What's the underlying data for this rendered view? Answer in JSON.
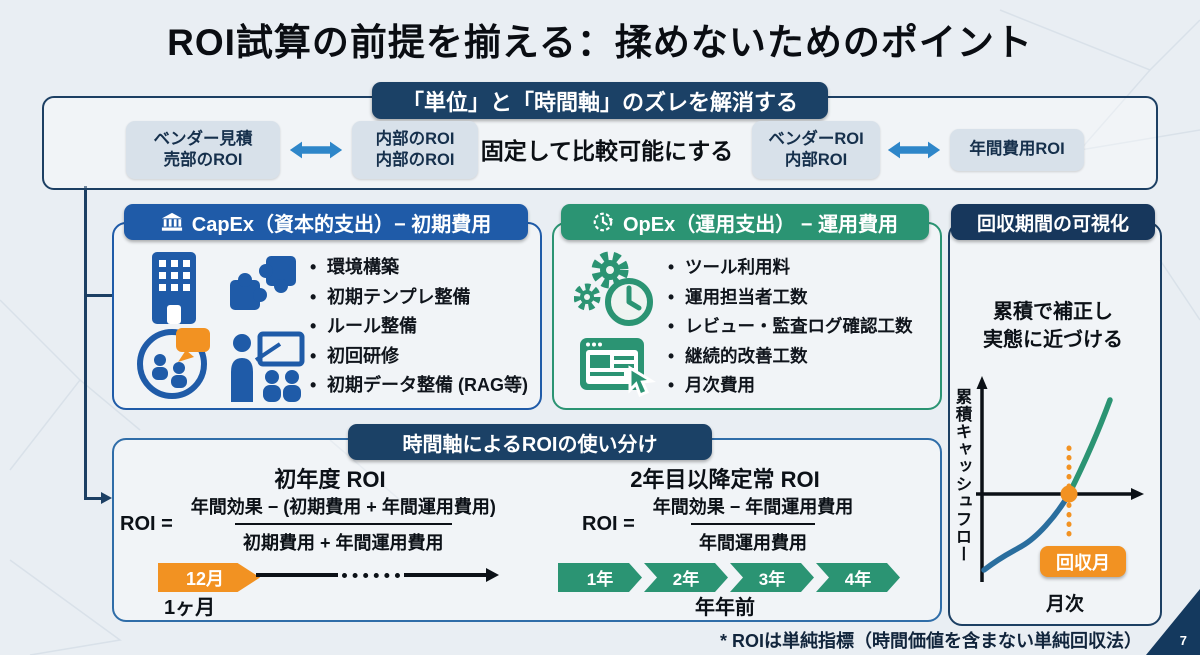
{
  "slide": {
    "title": "ROI試算の前提を揃える：揉めないためのポイント",
    "footnote": "* ROIは単純指標（時間価値を含まない単純回収法）",
    "page_number": "7"
  },
  "colors": {
    "navy": "#1b4166",
    "capex_blue": "#1f5ba8",
    "opex_green": "#2b9473",
    "accent_orange": "#f29222",
    "arrow_blue": "#2e86c9"
  },
  "alignment": {
    "banner": "「単位」と「時間軸」のズレを解消する",
    "pill1_line1": "ベンダー見積",
    "pill1_line2": "売部のROI",
    "pill2_line1": "内部のROI",
    "pill2_line2": "内部のROI",
    "note": "固定して比較可能にする",
    "pill3_line1": "ベンダーROI",
    "pill3_line2": "内部ROI",
    "pill4": "年間費用ROI"
  },
  "capex": {
    "header": "CapEx（資本的支出）− 初期費用",
    "items": [
      "環境構築",
      "初期テンプレ整備",
      "ルール整備",
      "初回研修",
      "初期データ整備 (RAG等)"
    ]
  },
  "opex": {
    "header": "OpEx（運用支出） − 運用費用",
    "items": [
      "ツール利用料",
      "運用担当者工数",
      "レビュー・監査ログ確認工数",
      "継続的改善工数",
      "月次費用"
    ]
  },
  "payback": {
    "header": "回収期間の可視化",
    "note_line1": "累積で補正し",
    "note_line2": "実態に近づける",
    "y_axis_label": "累積キャッシュフロー",
    "x_axis_label": "月次",
    "marker_label": "回収月"
  },
  "timeaxis": {
    "banner": "時間軸によるROIの使い分け",
    "first_year": {
      "title": "初年度 ROI",
      "lhs": "ROI =",
      "numerator": "年間効果 − (初期費用 + 年間運用費用)",
      "denominator": "初期費用 + 年間運用費用",
      "chevron": "12月",
      "below": "1ヶ月"
    },
    "steady": {
      "title": "2年目以降定常 ROI",
      "lhs": "ROI =",
      "numerator": "年間効果 − 年間運用費用",
      "denominator": "年間運用費用",
      "years": [
        "1年",
        "2年",
        "3年",
        "4年"
      ],
      "below": "年年前"
    }
  }
}
